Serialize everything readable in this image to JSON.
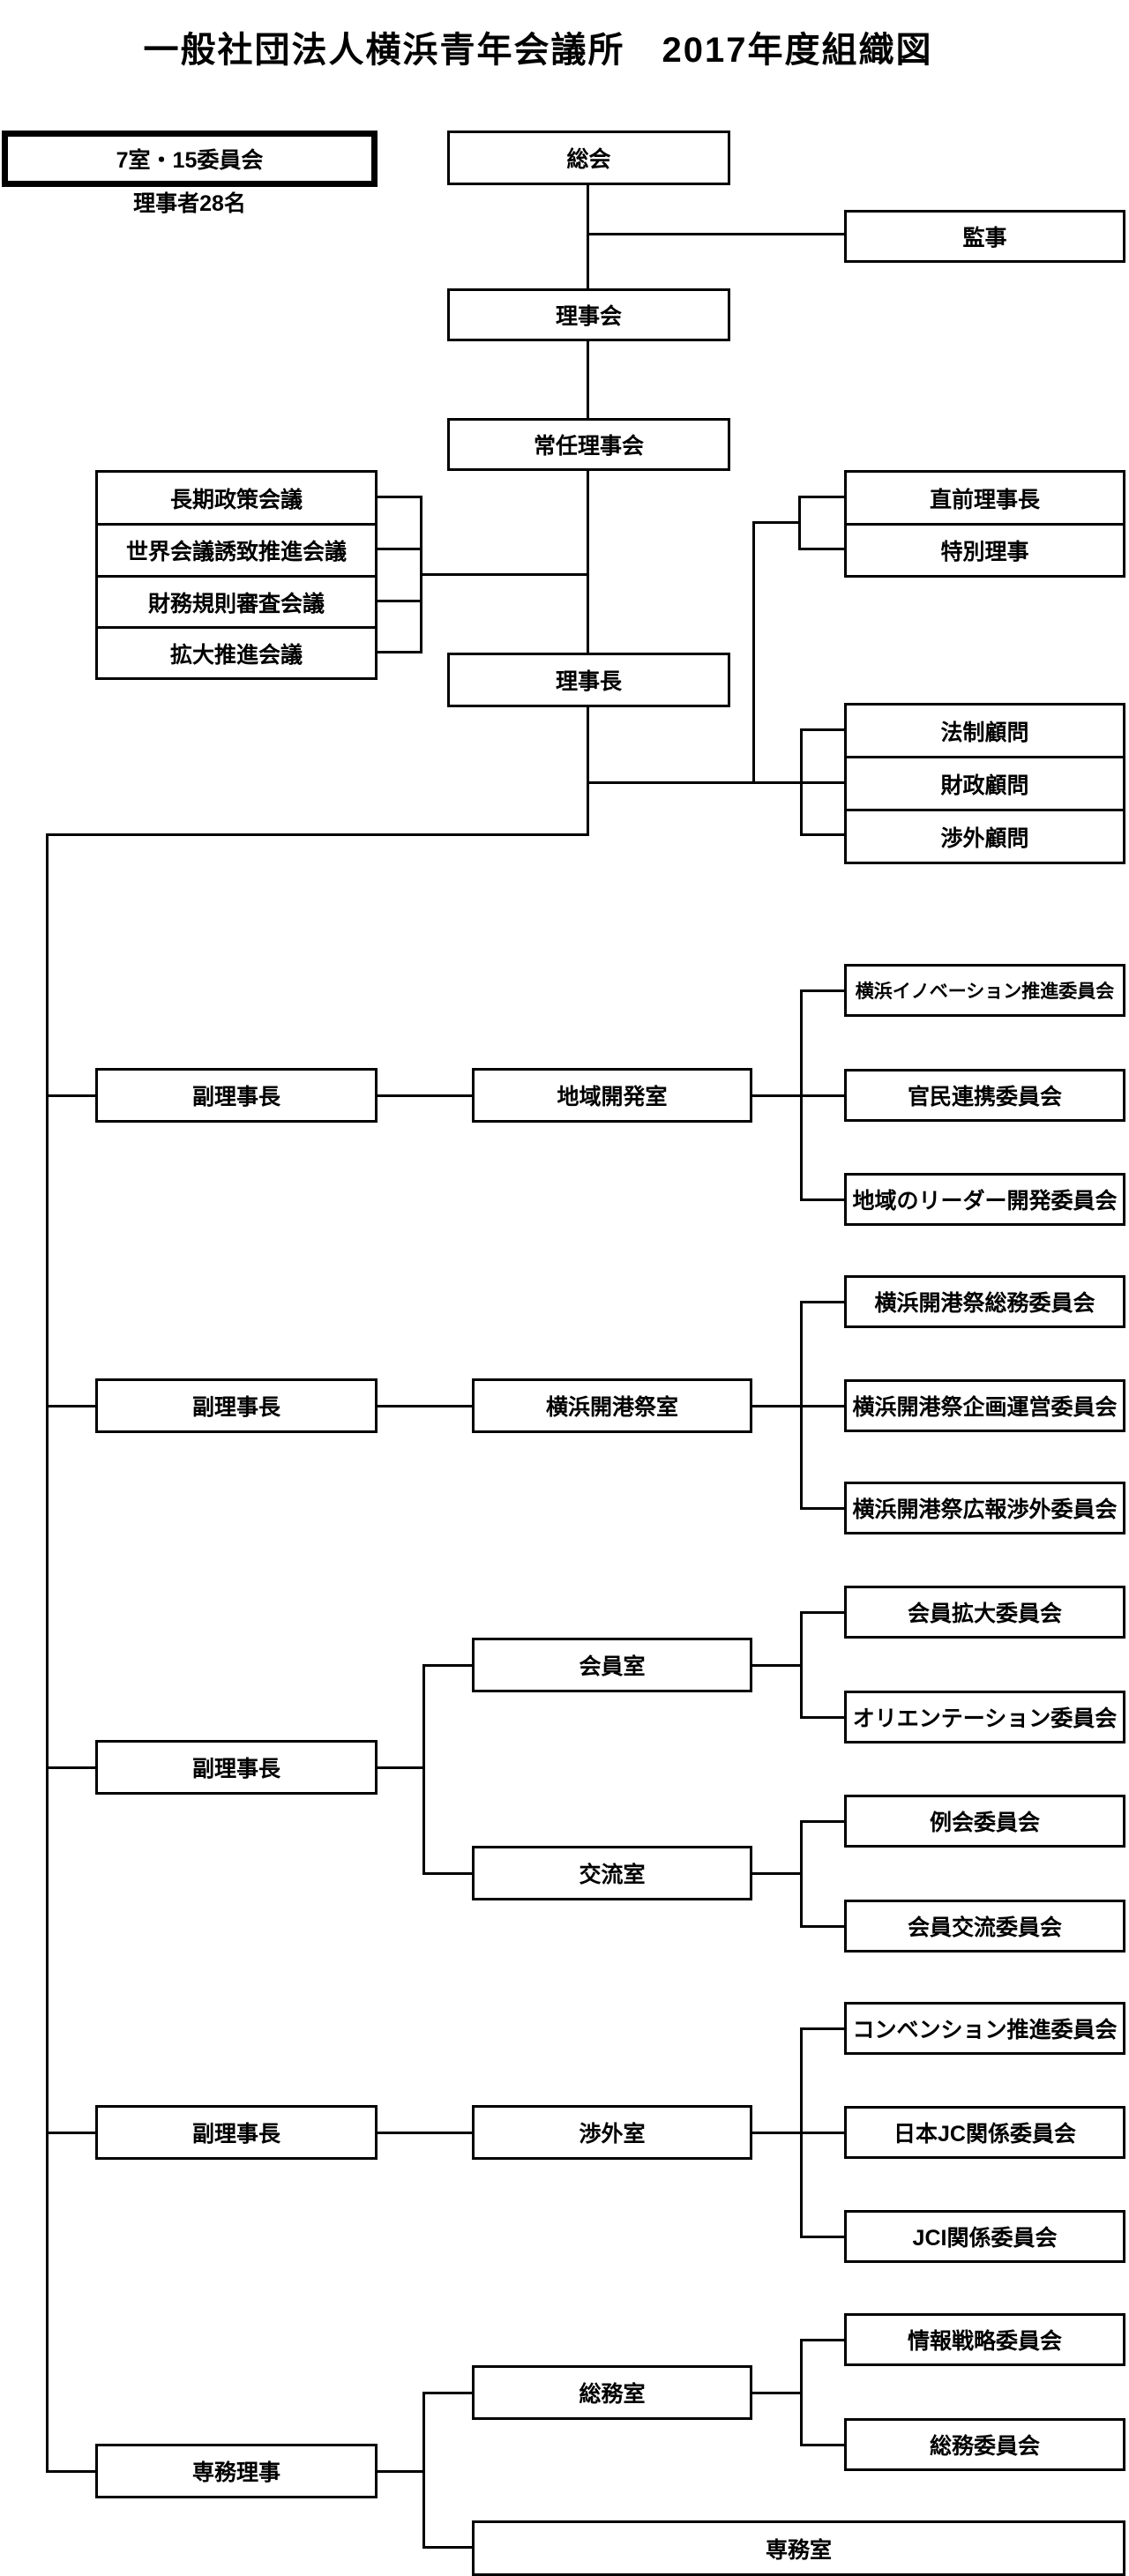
{
  "title": "一般社団法人横浜青年会議所　2017年度組織図",
  "legend": {
    "label": "7室・15委員会",
    "note": "理事者28名"
  },
  "nodes": {
    "soukai": "総会",
    "kanji": "監事",
    "rijikai": "理事会",
    "jounin_rijikai": "常任理事会",
    "rijichou": "理事長",
    "chokuzen_rijichou": "直前理事長",
    "tokubetsu_riji": "特別理事",
    "housei_komon": "法制顧問",
    "zaisei_komon": "財政顧問",
    "shougai_komon": "渉外顧問"
  },
  "meetings": [
    "長期政策会議",
    "世界会議誘致推進会議",
    "財務規則審査会議",
    "拡大推進会議"
  ],
  "sections": [
    {
      "head": "副理事長",
      "rooms": [
        {
          "name": "地域開発室",
          "committees": [
            "横浜イノベーション推進委員会",
            "官民連携委員会",
            "地域のリーダー開発委員会"
          ]
        }
      ]
    },
    {
      "head": "副理事長",
      "rooms": [
        {
          "name": "横浜開港祭室",
          "committees": [
            "横浜開港祭総務委員会",
            "横浜開港祭企画運営委員会",
            "横浜開港祭広報渉外委員会"
          ]
        }
      ]
    },
    {
      "head": "副理事長",
      "rooms": [
        {
          "name": "会員室",
          "committees": [
            "会員拡大委員会",
            "オリエンテーション委員会"
          ]
        },
        {
          "name": "交流室",
          "committees": [
            "例会委員会",
            "会員交流委員会"
          ]
        }
      ]
    },
    {
      "head": "副理事長",
      "rooms": [
        {
          "name": "渉外室",
          "committees": [
            "コンベンション推進委員会",
            "日本JC関係委員会",
            "JCI関係委員会"
          ]
        }
      ]
    },
    {
      "head": "専務理事",
      "rooms": [
        {
          "name": "総務室",
          "committees": [
            "情報戦略委員会",
            "総務委員会"
          ]
        },
        {
          "name": "専務室",
          "committees": []
        }
      ]
    }
  ]
}
